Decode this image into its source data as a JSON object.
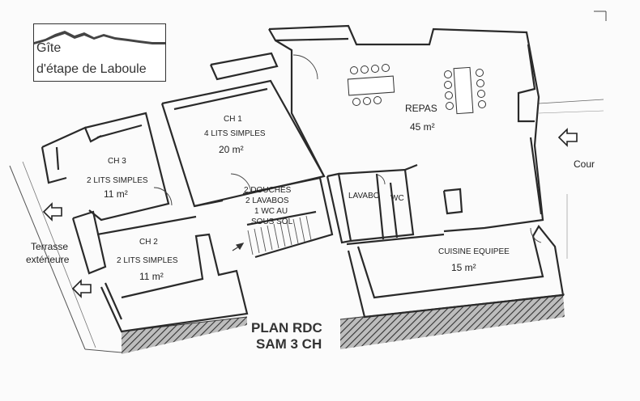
{
  "logo": {
    "line1": "Gîte",
    "line2": "d'étape de Laboule"
  },
  "plan": {
    "title_line1": "PLAN RDC",
    "title_line2": "SAM 3 CH"
  },
  "rooms": {
    "ch1": {
      "name": "CH 1",
      "beds": "4 LITS SIMPLES",
      "area": "20 m²"
    },
    "ch2": {
      "name": "CH 2",
      "beds": "2 LITS SIMPLES",
      "area": "11 m²"
    },
    "ch3": {
      "name": "CH 3",
      "beds": "2 LITS SIMPLES",
      "area": "11 m²"
    },
    "repas": {
      "name": "REPAS",
      "area": "45 m²"
    },
    "cuisine": {
      "name": "CUISINE EQUIPEE",
      "area": "15 m²"
    },
    "lavabo": "LAVABO",
    "wc": "WC",
    "sanitary": [
      "2 DOUCHES",
      "2 LAVABOS",
      "1 WC AU",
      "SOUS SOL"
    ]
  },
  "exterior": {
    "cour": "Cour",
    "terrasse_line1": "Terrasse",
    "terrasse_line2": "extérieure"
  },
  "colors": {
    "wall": "#2a2a2a",
    "ground_hatch": "#444444",
    "paper": "#fbfbfb"
  }
}
